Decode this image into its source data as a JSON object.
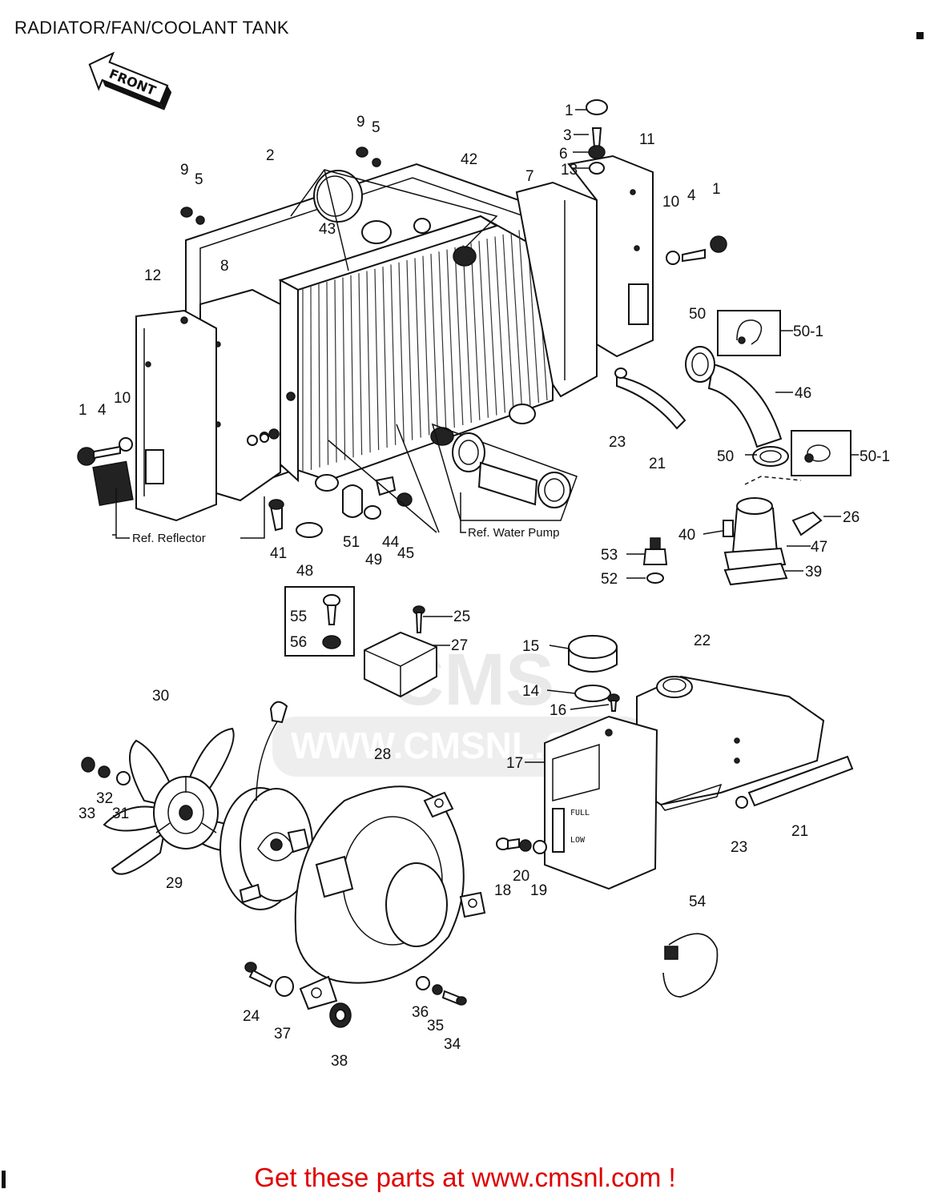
{
  "title": "RADIATOR/FAN/COOLANT TANK",
  "front_label": "FRONT",
  "watermark": {
    "line1": "CMS",
    "line2": "WWW.CMSNL.COM"
  },
  "promo": "Get these parts at www.cmsnl.com !",
  "ref_labels": {
    "reflector": "Ref. Reflector",
    "water_pump": "Ref. Water Pump"
  },
  "gauge": {
    "full": "FULL",
    "low": "LOW"
  },
  "callouts": {
    "c1a": "1",
    "c1b": "1",
    "c1c": "1",
    "c2": "2",
    "c3": "3",
    "c4a": "4",
    "c4b": "4",
    "c5a": "5",
    "c5b": "5",
    "c6": "6",
    "c7": "7",
    "c8": "8",
    "c9a": "9",
    "c9b": "9",
    "c10a": "10",
    "c10b": "10",
    "c11": "11",
    "c12": "12",
    "c13": "13",
    "c14": "14",
    "c15": "15",
    "c16": "16",
    "c17": "17",
    "c18": "18",
    "c19": "19",
    "c20": "20",
    "c21a": "21",
    "c21b": "21",
    "c22": "22",
    "c23a": "23",
    "c23b": "23",
    "c24": "24",
    "c25": "25",
    "c26": "26",
    "c27": "27",
    "c28": "28",
    "c29": "29",
    "c30": "30",
    "c31": "31",
    "c32": "32",
    "c33": "33",
    "c34": "34",
    "c35": "35",
    "c36": "36",
    "c37": "37",
    "c38": "38",
    "c39": "39",
    "c40": "40",
    "c41": "41",
    "c42": "42",
    "c43": "43",
    "c44": "44",
    "c45": "45",
    "c46": "46",
    "c47": "47",
    "c48": "48",
    "c49": "49",
    "c50a": "50",
    "c50b": "50",
    "c50_1a": "50-1",
    "c50_1b": "50-1",
    "c51": "51",
    "c52": "52",
    "c53": "53",
    "c54": "54",
    "c55": "55",
    "c56": "56"
  }
}
